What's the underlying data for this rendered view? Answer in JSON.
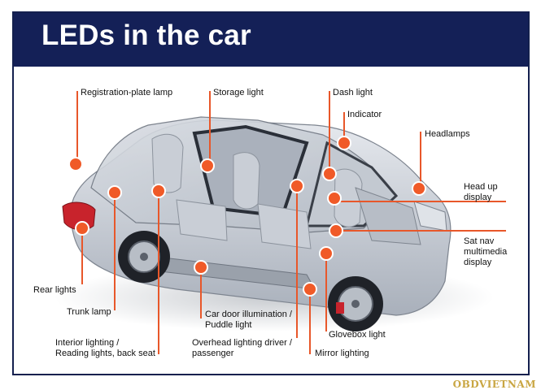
{
  "title": "LEDs in the car",
  "labels": {
    "registration_plate_lamp": "Registration-plate lamp",
    "storage_light": "Storage light",
    "dash_light": "Dash light",
    "indicator": "Indicator",
    "headlamps": "Headlamps",
    "head_up_display_1": "Head up",
    "head_up_display_2": "display",
    "sat_nav_1": "Sat nav",
    "sat_nav_2": "multimedia",
    "sat_nav_3": "display",
    "rear_lights": "Rear lights",
    "trunk_lamp": "Trunk lamp",
    "interior_lighting_1": "Interior lighting /",
    "interior_lighting_2": "Reading lights, back seat",
    "car_door_illumination_1": "Car door illumination /",
    "car_door_illumination_2": "Puddle light",
    "overhead_lighting_1": "Overhead lighting driver /",
    "overhead_lighting_2": "passenger",
    "mirror_lighting": "Mirror lighting",
    "glovebox_light": "Glovebox light"
  },
  "colors": {
    "banner": "#142057",
    "marker": "#f05a28",
    "leader": "#e8572a",
    "car_body": "#c7ccd4"
  },
  "watermark": "OBDVIETNAM"
}
